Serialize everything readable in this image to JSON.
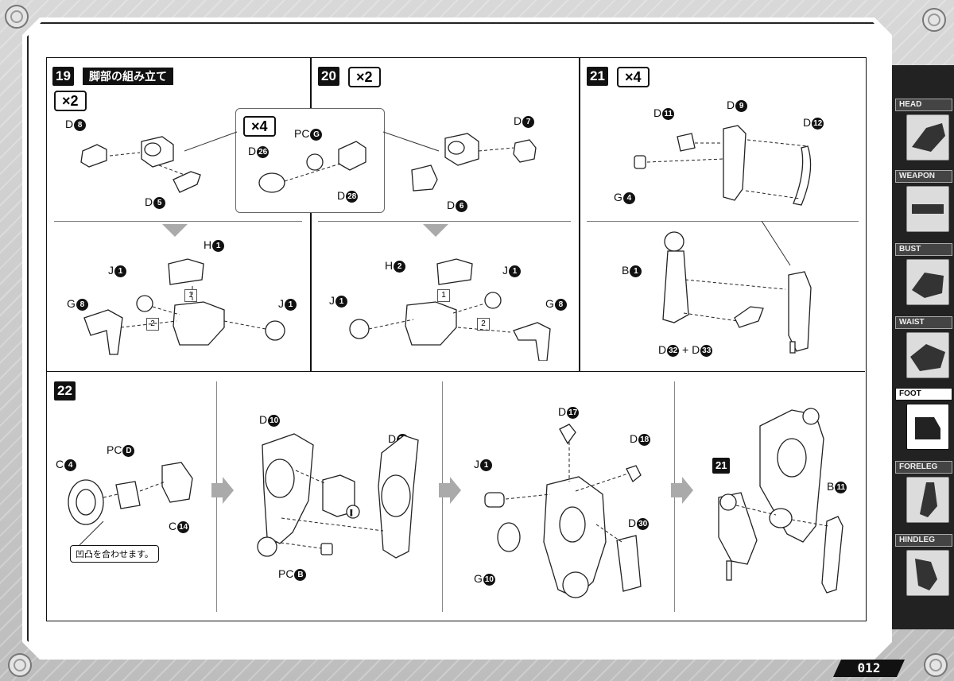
{
  "steps": {
    "s19": {
      "number": "19",
      "title": "脚部の組み立て",
      "qty": "×2",
      "inset_qty": "×4"
    },
    "s20": {
      "number": "20",
      "qty": "×2"
    },
    "s21": {
      "number": "21",
      "qty": "×4"
    },
    "s22": {
      "number": "22",
      "note": "凹凸を合わせます。",
      "ref_step": "21"
    }
  },
  "parts": {
    "s19_top": [
      {
        "prefix": "D",
        "num": "8"
      },
      {
        "prefix": "D",
        "num": "5"
      },
      {
        "prefix": "D",
        "num": "26"
      },
      {
        "prefix": "PC",
        "num": "G"
      },
      {
        "prefix": "D",
        "num": "28"
      }
    ],
    "s19_bottom": [
      {
        "prefix": "H",
        "num": "1"
      },
      {
        "prefix": "J",
        "num": "1"
      },
      {
        "prefix": "G",
        "num": "8"
      },
      {
        "prefix": "J",
        "num": "1"
      }
    ],
    "s19_order": [
      "1",
      "2"
    ],
    "s20_top": [
      {
        "prefix": "D",
        "num": "7"
      },
      {
        "prefix": "D",
        "num": "6"
      }
    ],
    "s20_bottom": [
      {
        "prefix": "H",
        "num": "2"
      },
      {
        "prefix": "J",
        "num": "1"
      },
      {
        "prefix": "J",
        "num": "1"
      },
      {
        "prefix": "G",
        "num": "8"
      }
    ],
    "s20_order": [
      "1",
      "2"
    ],
    "s21_top": [
      {
        "prefix": "D",
        "num": "11"
      },
      {
        "prefix": "D",
        "num": "9"
      },
      {
        "prefix": "D",
        "num": "12"
      },
      {
        "prefix": "G",
        "num": "4"
      }
    ],
    "s21_bottom": [
      {
        "prefix": "B",
        "num": "1"
      }
    ],
    "s21_combo": {
      "a": "D",
      "an": "32",
      "plus": "+",
      "b": "D",
      "bn": "33"
    },
    "s22_p1": [
      {
        "prefix": "C",
        "num": "4"
      },
      {
        "prefix": "PC",
        "num": "D"
      },
      {
        "prefix": "C",
        "num": "14"
      }
    ],
    "s22_p2": [
      {
        "prefix": "D",
        "num": "10"
      },
      {
        "prefix": "D",
        "num": "13"
      },
      {
        "prefix": "PC",
        "num": "B"
      }
    ],
    "s22_p2_warning": "!",
    "s22_p3": [
      {
        "prefix": "D",
        "num": "17"
      },
      {
        "prefix": "D",
        "num": "18"
      },
      {
        "prefix": "J",
        "num": "1"
      },
      {
        "prefix": "G",
        "num": "10"
      },
      {
        "prefix": "D",
        "num": "30"
      }
    ],
    "s22_p4": [
      {
        "prefix": "B",
        "num": "11"
      }
    ]
  },
  "sidebar": {
    "tabs": [
      {
        "label": "HEAD",
        "active": false
      },
      {
        "label": "WEAPON",
        "active": false
      },
      {
        "label": "BUST",
        "active": false
      },
      {
        "label": "WAIST",
        "active": false
      },
      {
        "label": "FOOT",
        "active": true
      },
      {
        "label": "FORELEG",
        "active": false
      },
      {
        "label": "HINDLEG",
        "active": false
      }
    ]
  },
  "page_number": "012",
  "colors": {
    "ink": "#111111",
    "arrow": "#aaaaaa",
    "active_tab": "#ffffff",
    "inactive_tab": "#444444"
  }
}
